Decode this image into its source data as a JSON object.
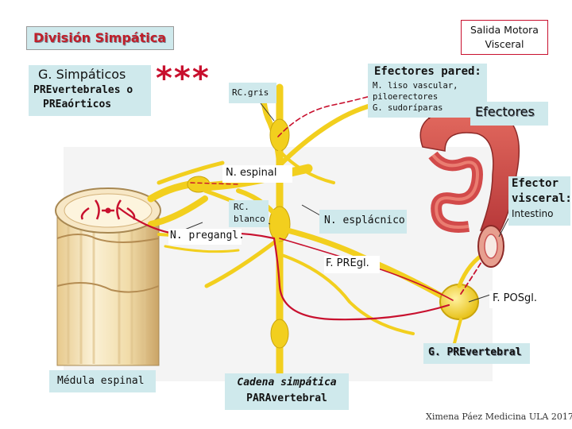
{
  "title": "División Simpática",
  "ganglia_box": {
    "line1": "G. Simpáticos",
    "line2": "PREvertebrales o",
    "line3": "PREaórticos"
  },
  "asterisks": "***",
  "salida_motora": {
    "line1": "Salida Motora",
    "line2": "Visceral"
  },
  "efectores_pared": {
    "heading": "Efectores pared:",
    "line1": "M. liso vascular,",
    "line2": "piloerectores",
    "line3": "G. sudoríparas"
  },
  "efectores": "Efectores",
  "efector_visceral": {
    "line1": "Efector",
    "line2": "visceral:",
    "line3": "Intestino"
  },
  "labels": {
    "rc_gris": "RC.gris",
    "n_espinal": "N. espinal",
    "rc_blanco_1": "RC.",
    "rc_blanco_2": "blanco",
    "n_esplacnico": "N. esplácnico",
    "n_pregangl": "N. pregangl.",
    "f_pregl": "F. PREgl.",
    "f_posgl": "F. POSgl.",
    "g_prevertebral": "G. PREvertebral",
    "medula": "Médula espinal",
    "cadena_1": "Cadena simpática",
    "cadena_2": "PARAvertebral"
  },
  "credit": "Ximena Páez Medicina ULA 2017",
  "colors": {
    "nerve": "#f2cf1e",
    "nerve_dark": "#c9a40c",
    "fiber_red": "#c8102e",
    "box_cyan": "#cfe9ec",
    "title_red": "#c0202a",
    "intestine": "#d24a4a"
  }
}
